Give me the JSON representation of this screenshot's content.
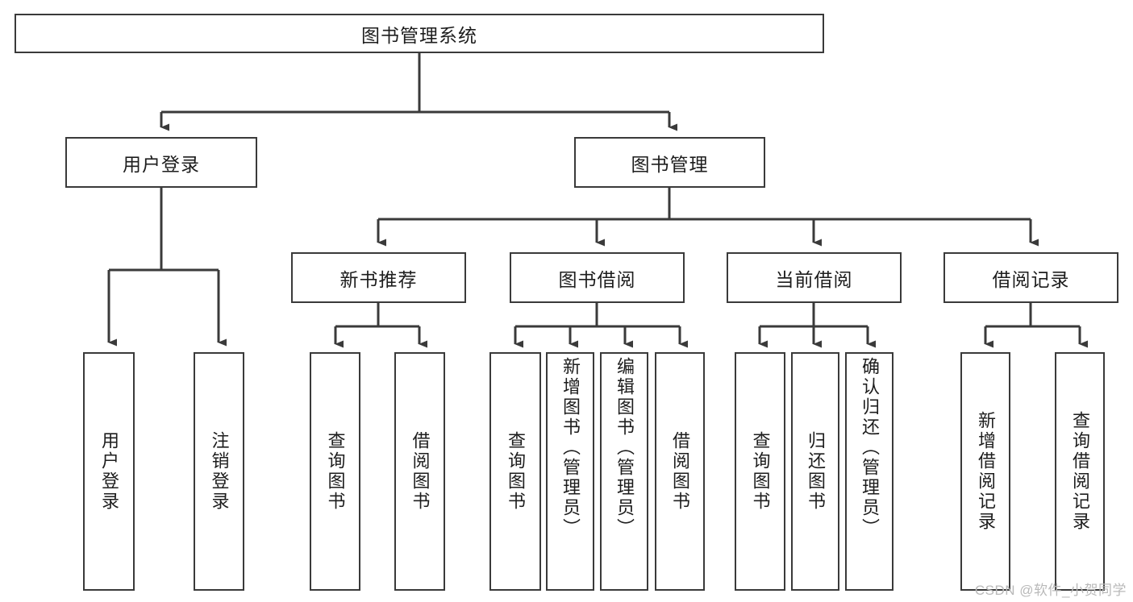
{
  "diagram": {
    "type": "tree-hierarchy",
    "title": "图书管理系统",
    "watermark": "CSDN @软件_小贺同学",
    "colors": {
      "stroke": "#3a3a3a",
      "background": "#ffffff",
      "text": "#1d1d1d",
      "watermark": "#b9b9b9"
    },
    "root": {
      "label": "图书管理系统"
    },
    "level2": [
      {
        "label": "用户登录"
      },
      {
        "label": "图书管理"
      }
    ],
    "level3": [
      {
        "label": "新书推荐"
      },
      {
        "label": "图书借阅"
      },
      {
        "label": "当前借阅"
      },
      {
        "label": "借阅记录"
      }
    ],
    "leaves": {
      "user_login": [
        {
          "label": "用户登录"
        },
        {
          "label": "注销登录"
        }
      ],
      "new_book_recommend": [
        {
          "label": "查询图书"
        },
        {
          "label": "借阅图书"
        }
      ],
      "book_borrow": [
        {
          "label": "查询图书"
        },
        {
          "label": "新增图书（管理员）"
        },
        {
          "label": "编辑图书（管理员）"
        },
        {
          "label": "借阅图书"
        }
      ],
      "current_borrow": [
        {
          "label": "查询图书"
        },
        {
          "label": "归还图书"
        },
        {
          "label": "确认归还（管理员）"
        }
      ],
      "borrow_records": [
        {
          "label": "新增借阅记录"
        },
        {
          "label": "查询借阅记录"
        }
      ]
    }
  }
}
